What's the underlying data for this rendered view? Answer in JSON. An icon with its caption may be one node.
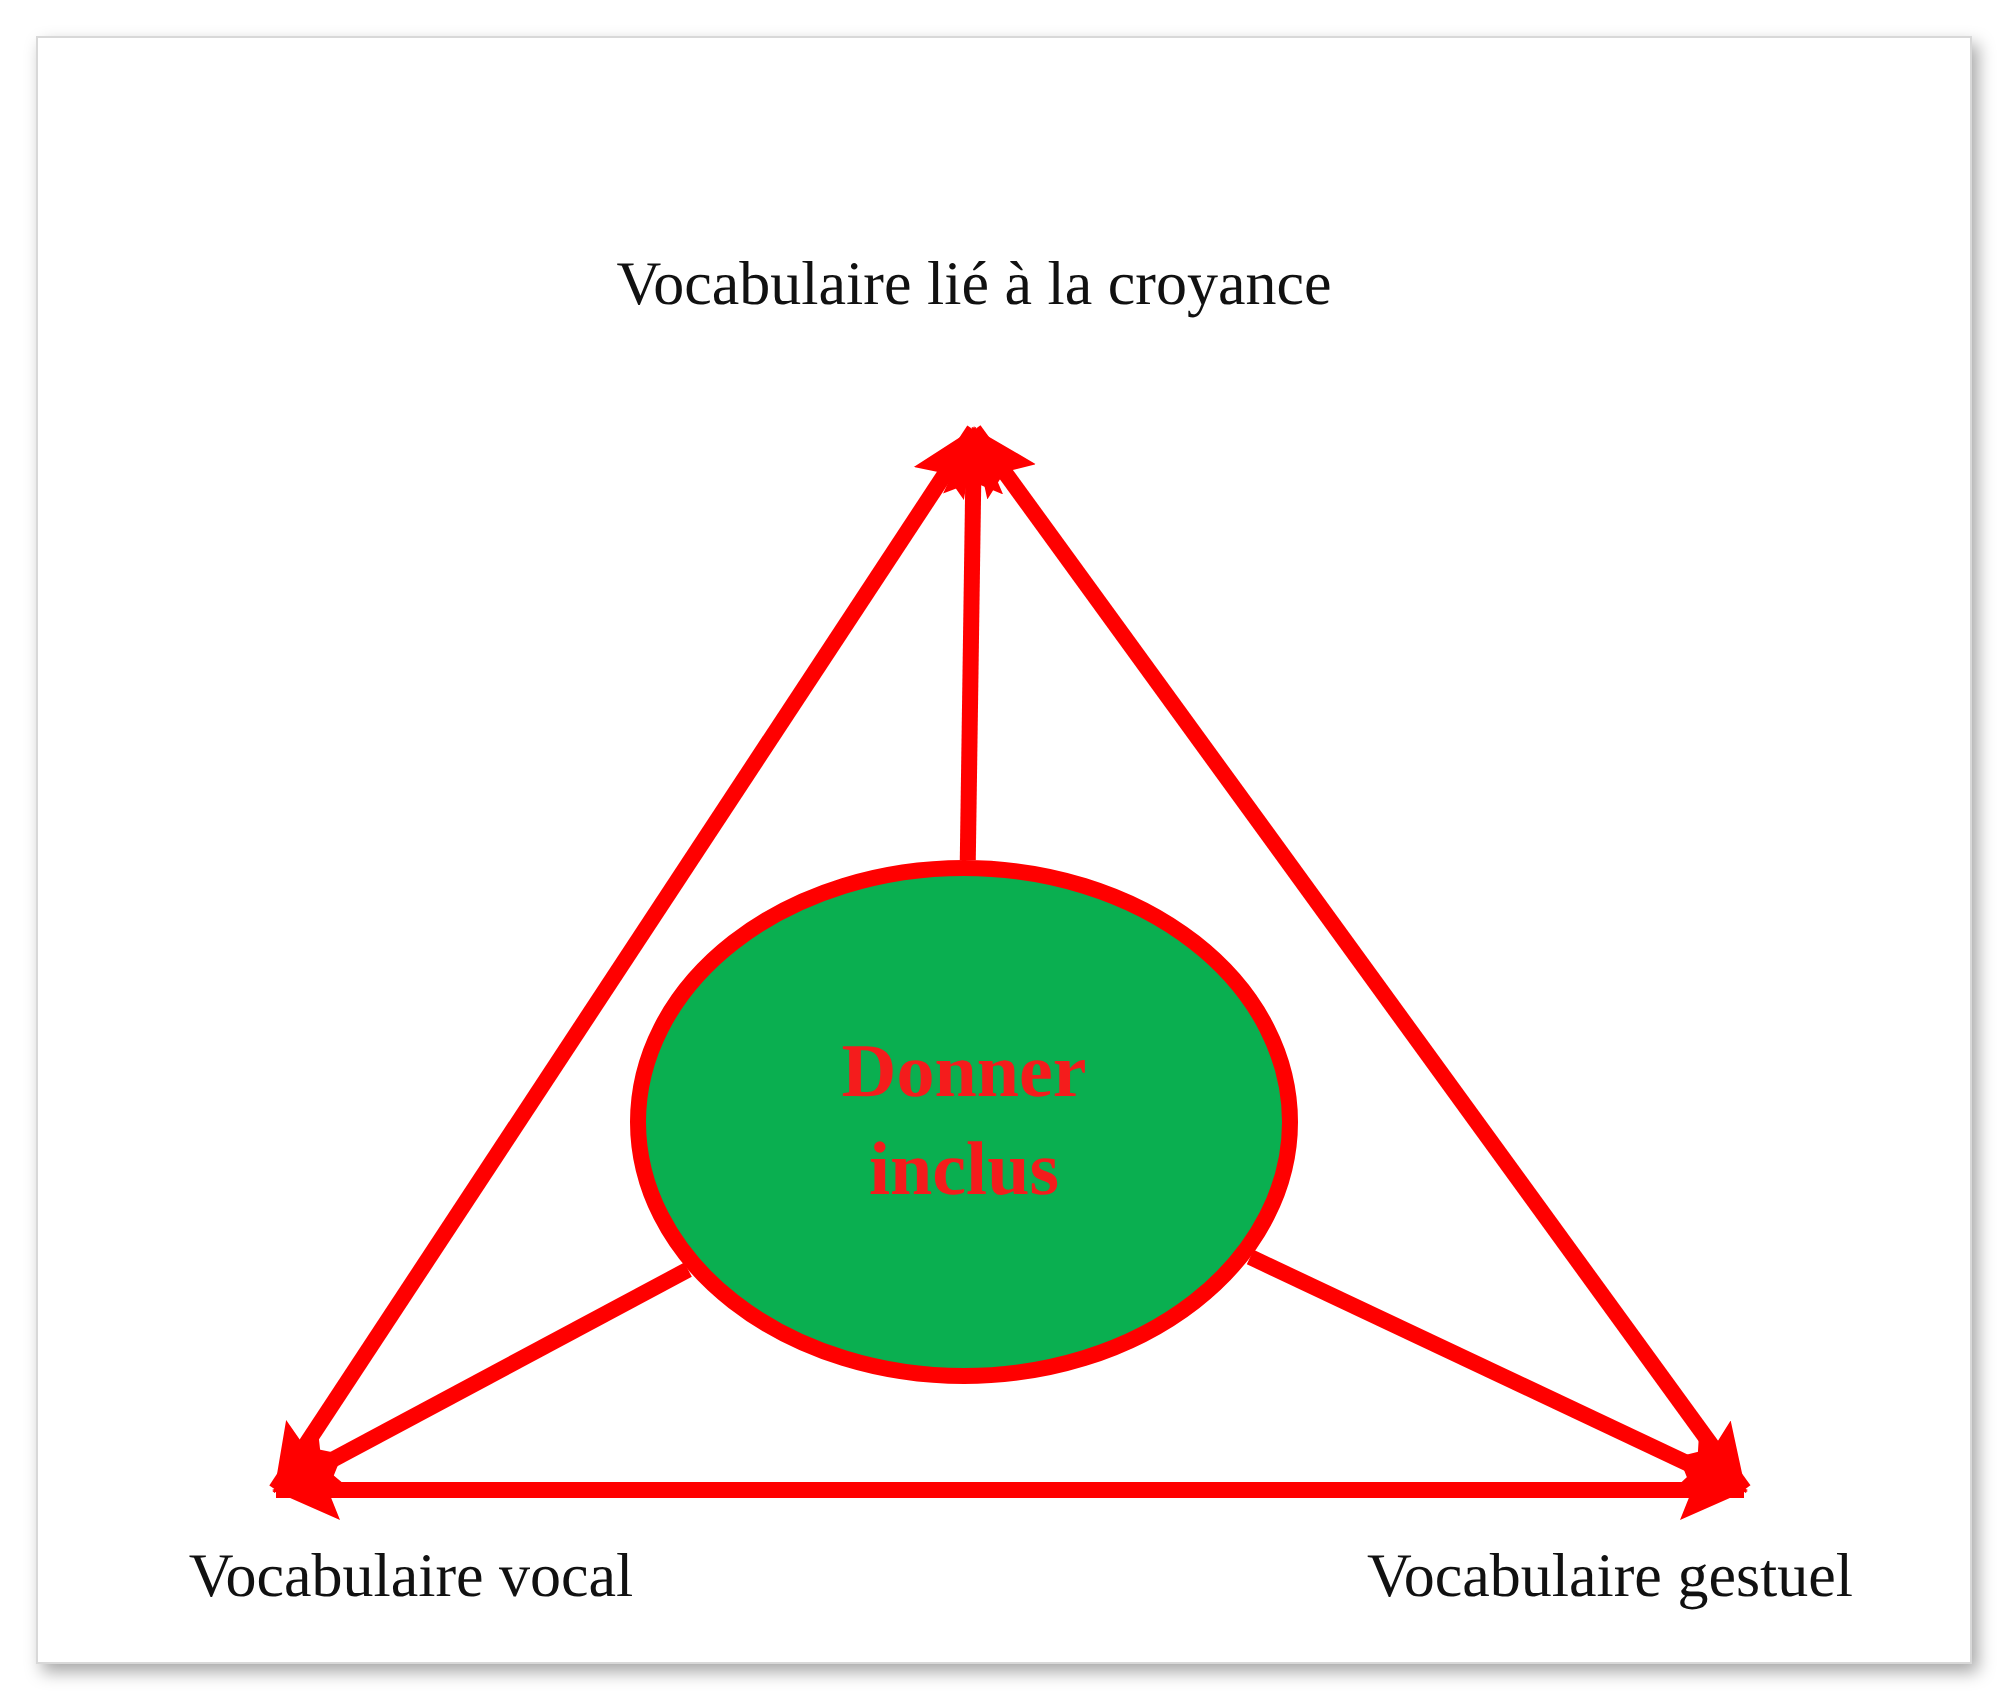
{
  "diagram": {
    "nodes": [
      {
        "text": [
          "Vocabulaire lié à la croyance"
        ]
      },
      {
        "text": [
          "Vocabulaire vocal"
        ]
      },
      {
        "text": [
          "Vocabulaire gestuel"
        ]
      },
      {
        "text": [
          "Donner inclus"
        ]
      }
    ],
    "edges": [
      {
        "from": 3,
        "to": 0,
        "arrow": "to"
      },
      {
        "from": 3,
        "to": 1,
        "arrow": "to"
      },
      {
        "from": 3,
        "to": 2,
        "arrow": "to"
      },
      {
        "from": 0,
        "to": 1,
        "arrow": "both"
      },
      {
        "from": 0,
        "to": 2,
        "arrow": "both"
      },
      {
        "from": 1,
        "to": 2,
        "arrow": "both"
      }
    ]
  }
}
